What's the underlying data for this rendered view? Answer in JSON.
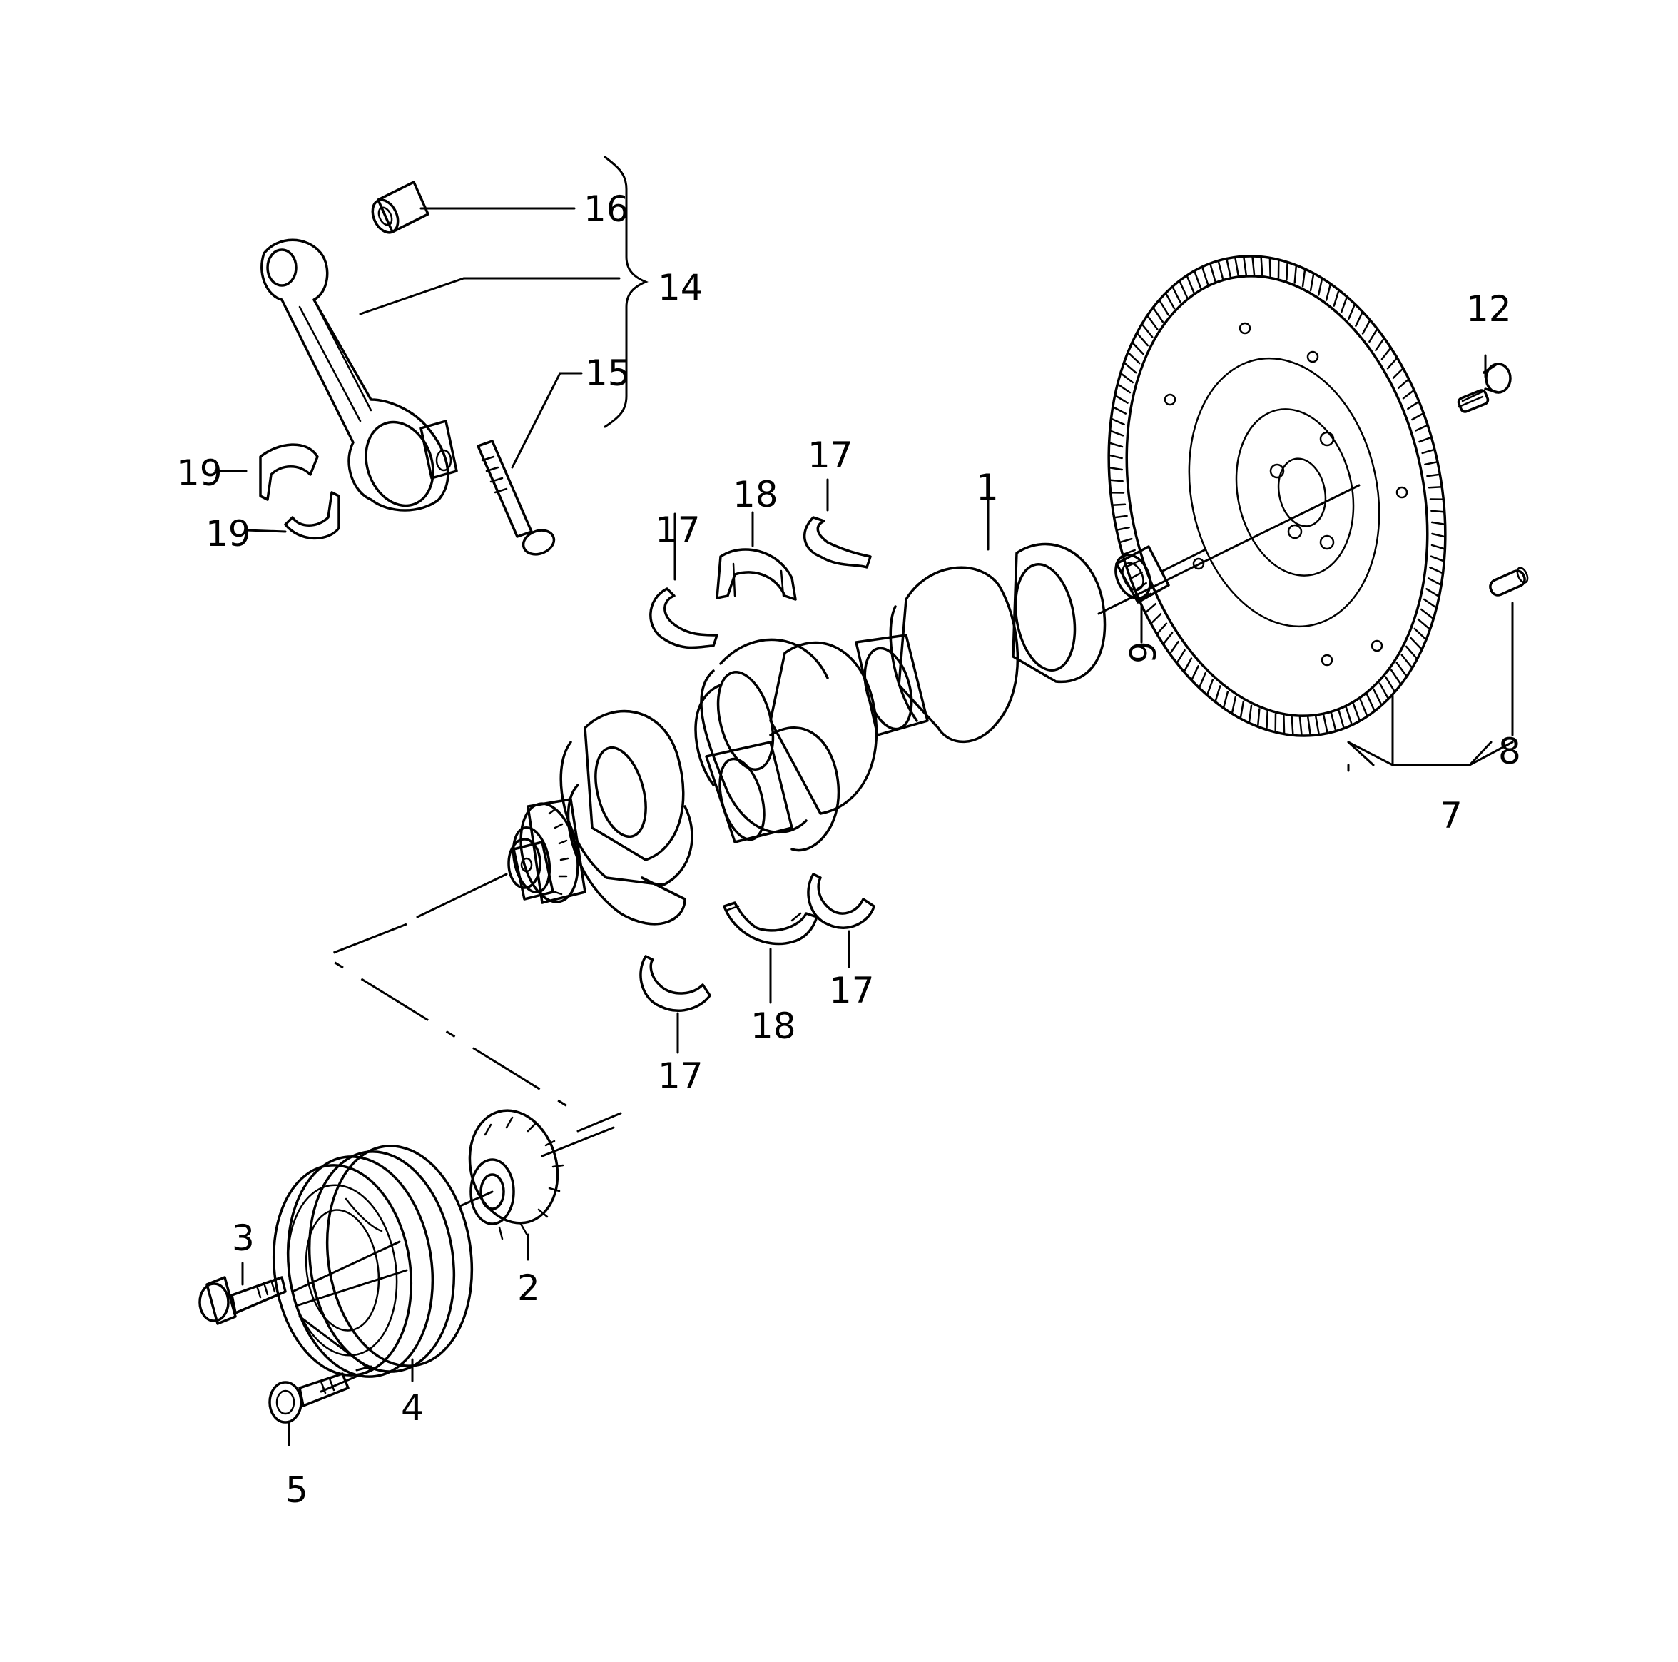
{
  "labels": {
    "n1": "1",
    "n2": "2",
    "n3": "3",
    "n4": "4",
    "n5": "5",
    "n7": "7",
    "n8": "8",
    "n9": "9",
    "n12": "12",
    "n14": "14",
    "n15": "15",
    "n16": "16",
    "n17a": "17",
    "n17b": "17",
    "n17c": "17",
    "n17d": "17",
    "n18a": "18",
    "n18b": "18",
    "n19a": "19",
    "n19b": "19"
  }
}
